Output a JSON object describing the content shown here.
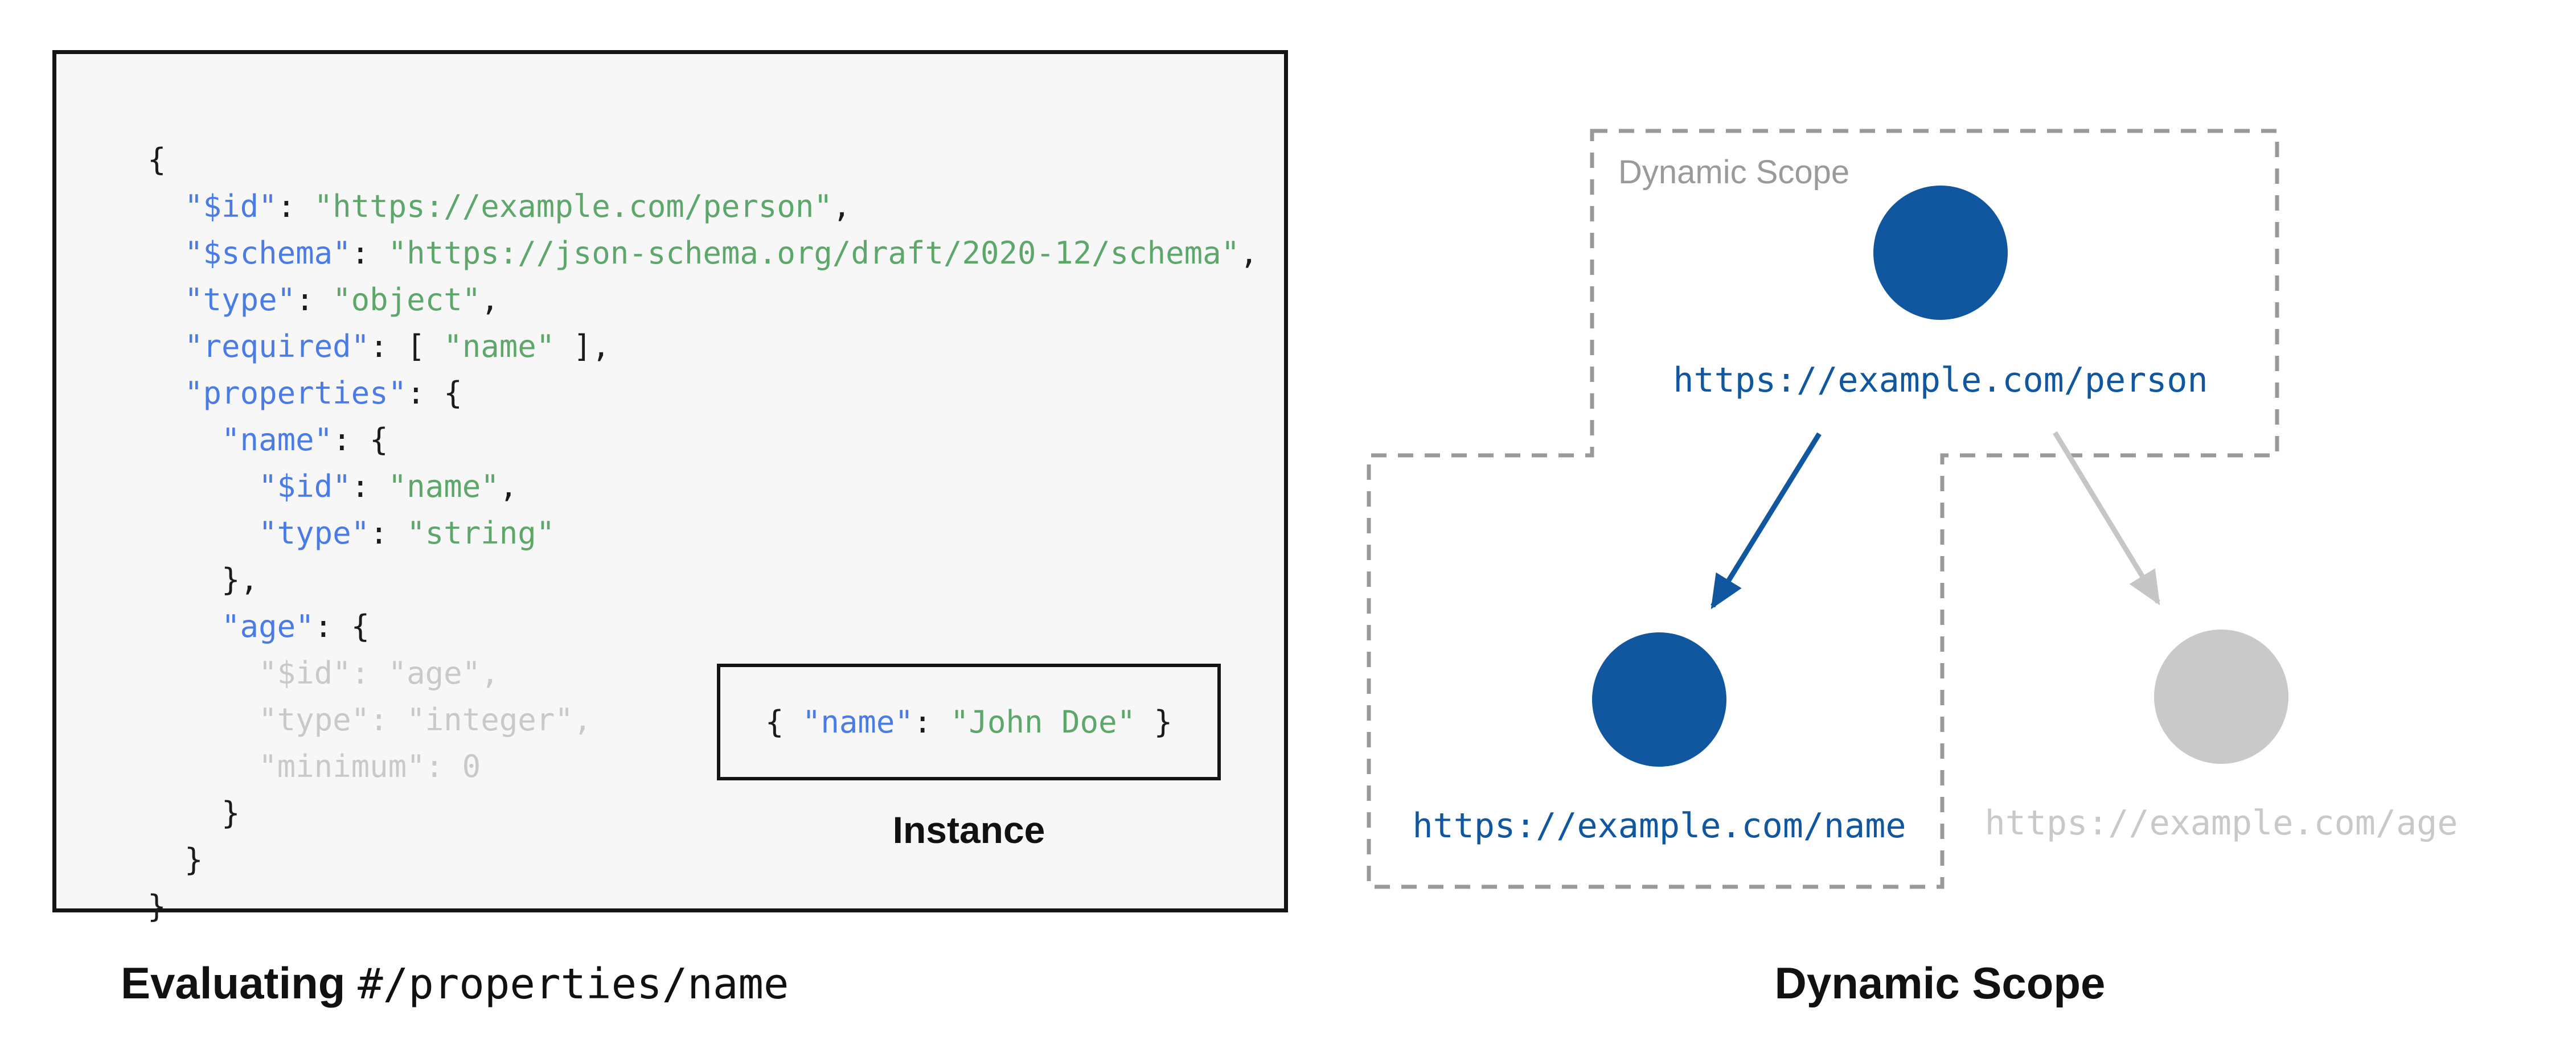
{
  "colors": {
    "key_blue": "#4b7ce6",
    "string_green": "#5da76a",
    "plain_text": "#1b1b1b",
    "faded_gray": "#c9c9c9",
    "node_blue": "#1057a0",
    "node_gray": "#c9c9c9",
    "dash_border_gray": "#999999",
    "scope_label_gray": "#9a9a9a",
    "arrow_gray": "#c6c6c6",
    "panel_bg": "#f7f7f8"
  },
  "schema_code": {
    "lines": [
      [
        [
          "p",
          "{"
        ]
      ],
      [
        [
          "p",
          "  "
        ],
        [
          "k",
          "\"$id\""
        ],
        [
          "p",
          ": "
        ],
        [
          "v",
          "\"https://example.com/person\""
        ],
        [
          "p",
          ","
        ]
      ],
      [
        [
          "p",
          "  "
        ],
        [
          "k",
          "\"$schema\""
        ],
        [
          "p",
          ": "
        ],
        [
          "v",
          "\"https://json-schema.org/draft/2020-12/schema\""
        ],
        [
          "p",
          ","
        ]
      ],
      [
        [
          "p",
          "  "
        ],
        [
          "k",
          "\"type\""
        ],
        [
          "p",
          ": "
        ],
        [
          "v",
          "\"object\""
        ],
        [
          "p",
          ","
        ]
      ],
      [
        [
          "p",
          "  "
        ],
        [
          "k",
          "\"required\""
        ],
        [
          "p",
          ": [ "
        ],
        [
          "v",
          "\"name\""
        ],
        [
          "p",
          " ],"
        ]
      ],
      [
        [
          "p",
          "  "
        ],
        [
          "k",
          "\"properties\""
        ],
        [
          "p",
          ": {"
        ]
      ],
      [
        [
          "p",
          "    "
        ],
        [
          "k",
          "\"name\""
        ],
        [
          "p",
          ": {"
        ]
      ],
      [
        [
          "p",
          "      "
        ],
        [
          "k",
          "\"$id\""
        ],
        [
          "p",
          ": "
        ],
        [
          "v",
          "\"name\""
        ],
        [
          "p",
          ","
        ]
      ],
      [
        [
          "p",
          "      "
        ],
        [
          "k",
          "\"type\""
        ],
        [
          "p",
          ": "
        ],
        [
          "v",
          "\"string\""
        ]
      ],
      [
        [
          "p",
          "    },"
        ]
      ],
      [
        [
          "p",
          "    "
        ],
        [
          "k",
          "\"age\""
        ],
        [
          "p",
          ": {"
        ]
      ],
      [
        [
          "f",
          "      \"$id\": \"age\","
        ]
      ],
      [
        [
          "f",
          "      \"type\": \"integer\","
        ]
      ],
      [
        [
          "f",
          "      \"minimum\": 0"
        ]
      ],
      [
        [
          "p",
          "    }"
        ]
      ],
      [
        [
          "p",
          "  }"
        ]
      ],
      [
        [
          "p",
          "}"
        ]
      ]
    ]
  },
  "instance": {
    "label": "Instance",
    "line": [
      [
        "p",
        "{ "
      ],
      [
        "k",
        "\"name\""
      ],
      [
        "p",
        ": "
      ],
      [
        "v",
        "\"John Doe\""
      ],
      [
        "p",
        " }"
      ]
    ]
  },
  "captions": {
    "left_bold": "Evaluating ",
    "left_mono": "#/properties/name",
    "right": "Dynamic Scope"
  },
  "diagram": {
    "scope_label": "Dynamic Scope",
    "nodes": [
      {
        "id": "person",
        "url": "https://example.com/person",
        "state": "in-scope"
      },
      {
        "id": "name",
        "url": "https://example.com/name",
        "state": "in-scope"
      },
      {
        "id": "age",
        "url": "https://example.com/age",
        "state": "out-of-scope"
      }
    ]
  }
}
